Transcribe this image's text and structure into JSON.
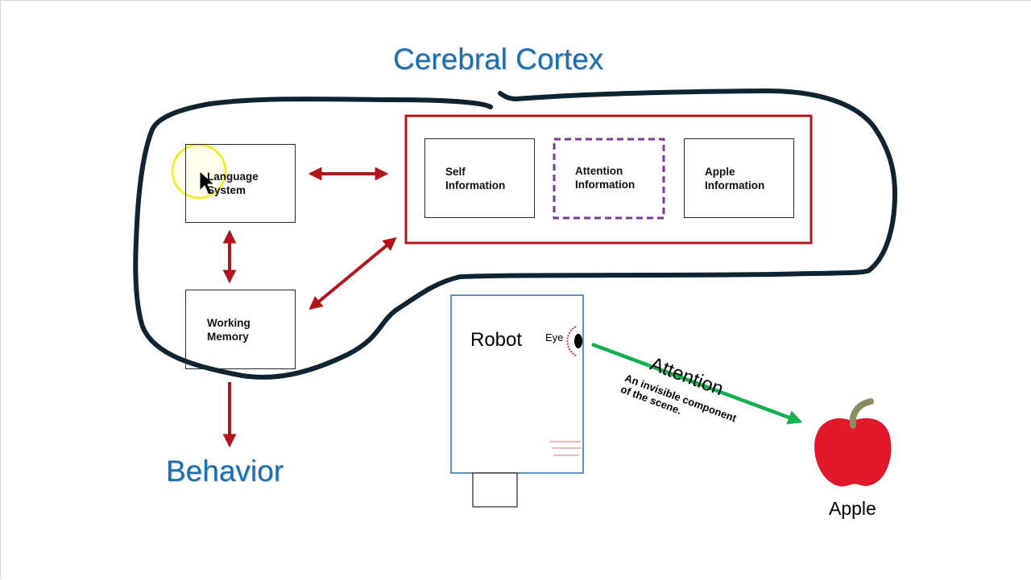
{
  "titles": {
    "cortex": "Cerebral Cortex",
    "behavior": "Behavior"
  },
  "boxes": {
    "language": "Language\nSystem",
    "working_memory": "Working\nMemory",
    "self_info": "Self\nInformation",
    "attention_info": "Attention\nInformation",
    "apple_info": "Apple\nInformation"
  },
  "robot": {
    "label": "Robot",
    "eye_label": "Eye"
  },
  "attention": {
    "label": "Attention",
    "note": "An invisible component\nof the scene."
  },
  "apple": {
    "label": "Apple"
  },
  "colors": {
    "title_blue": "#1a6fae",
    "cortex_outline": "#0f2430",
    "arrow_red": "#b3141b",
    "attention_green": "#12b050",
    "attention_dash": "#7a3a96",
    "apple_red": "#e3192b",
    "apple_stem": "#8a8a63",
    "robot_border": "#2b6ea8",
    "cursor_highlight": "#f3ec34"
  }
}
